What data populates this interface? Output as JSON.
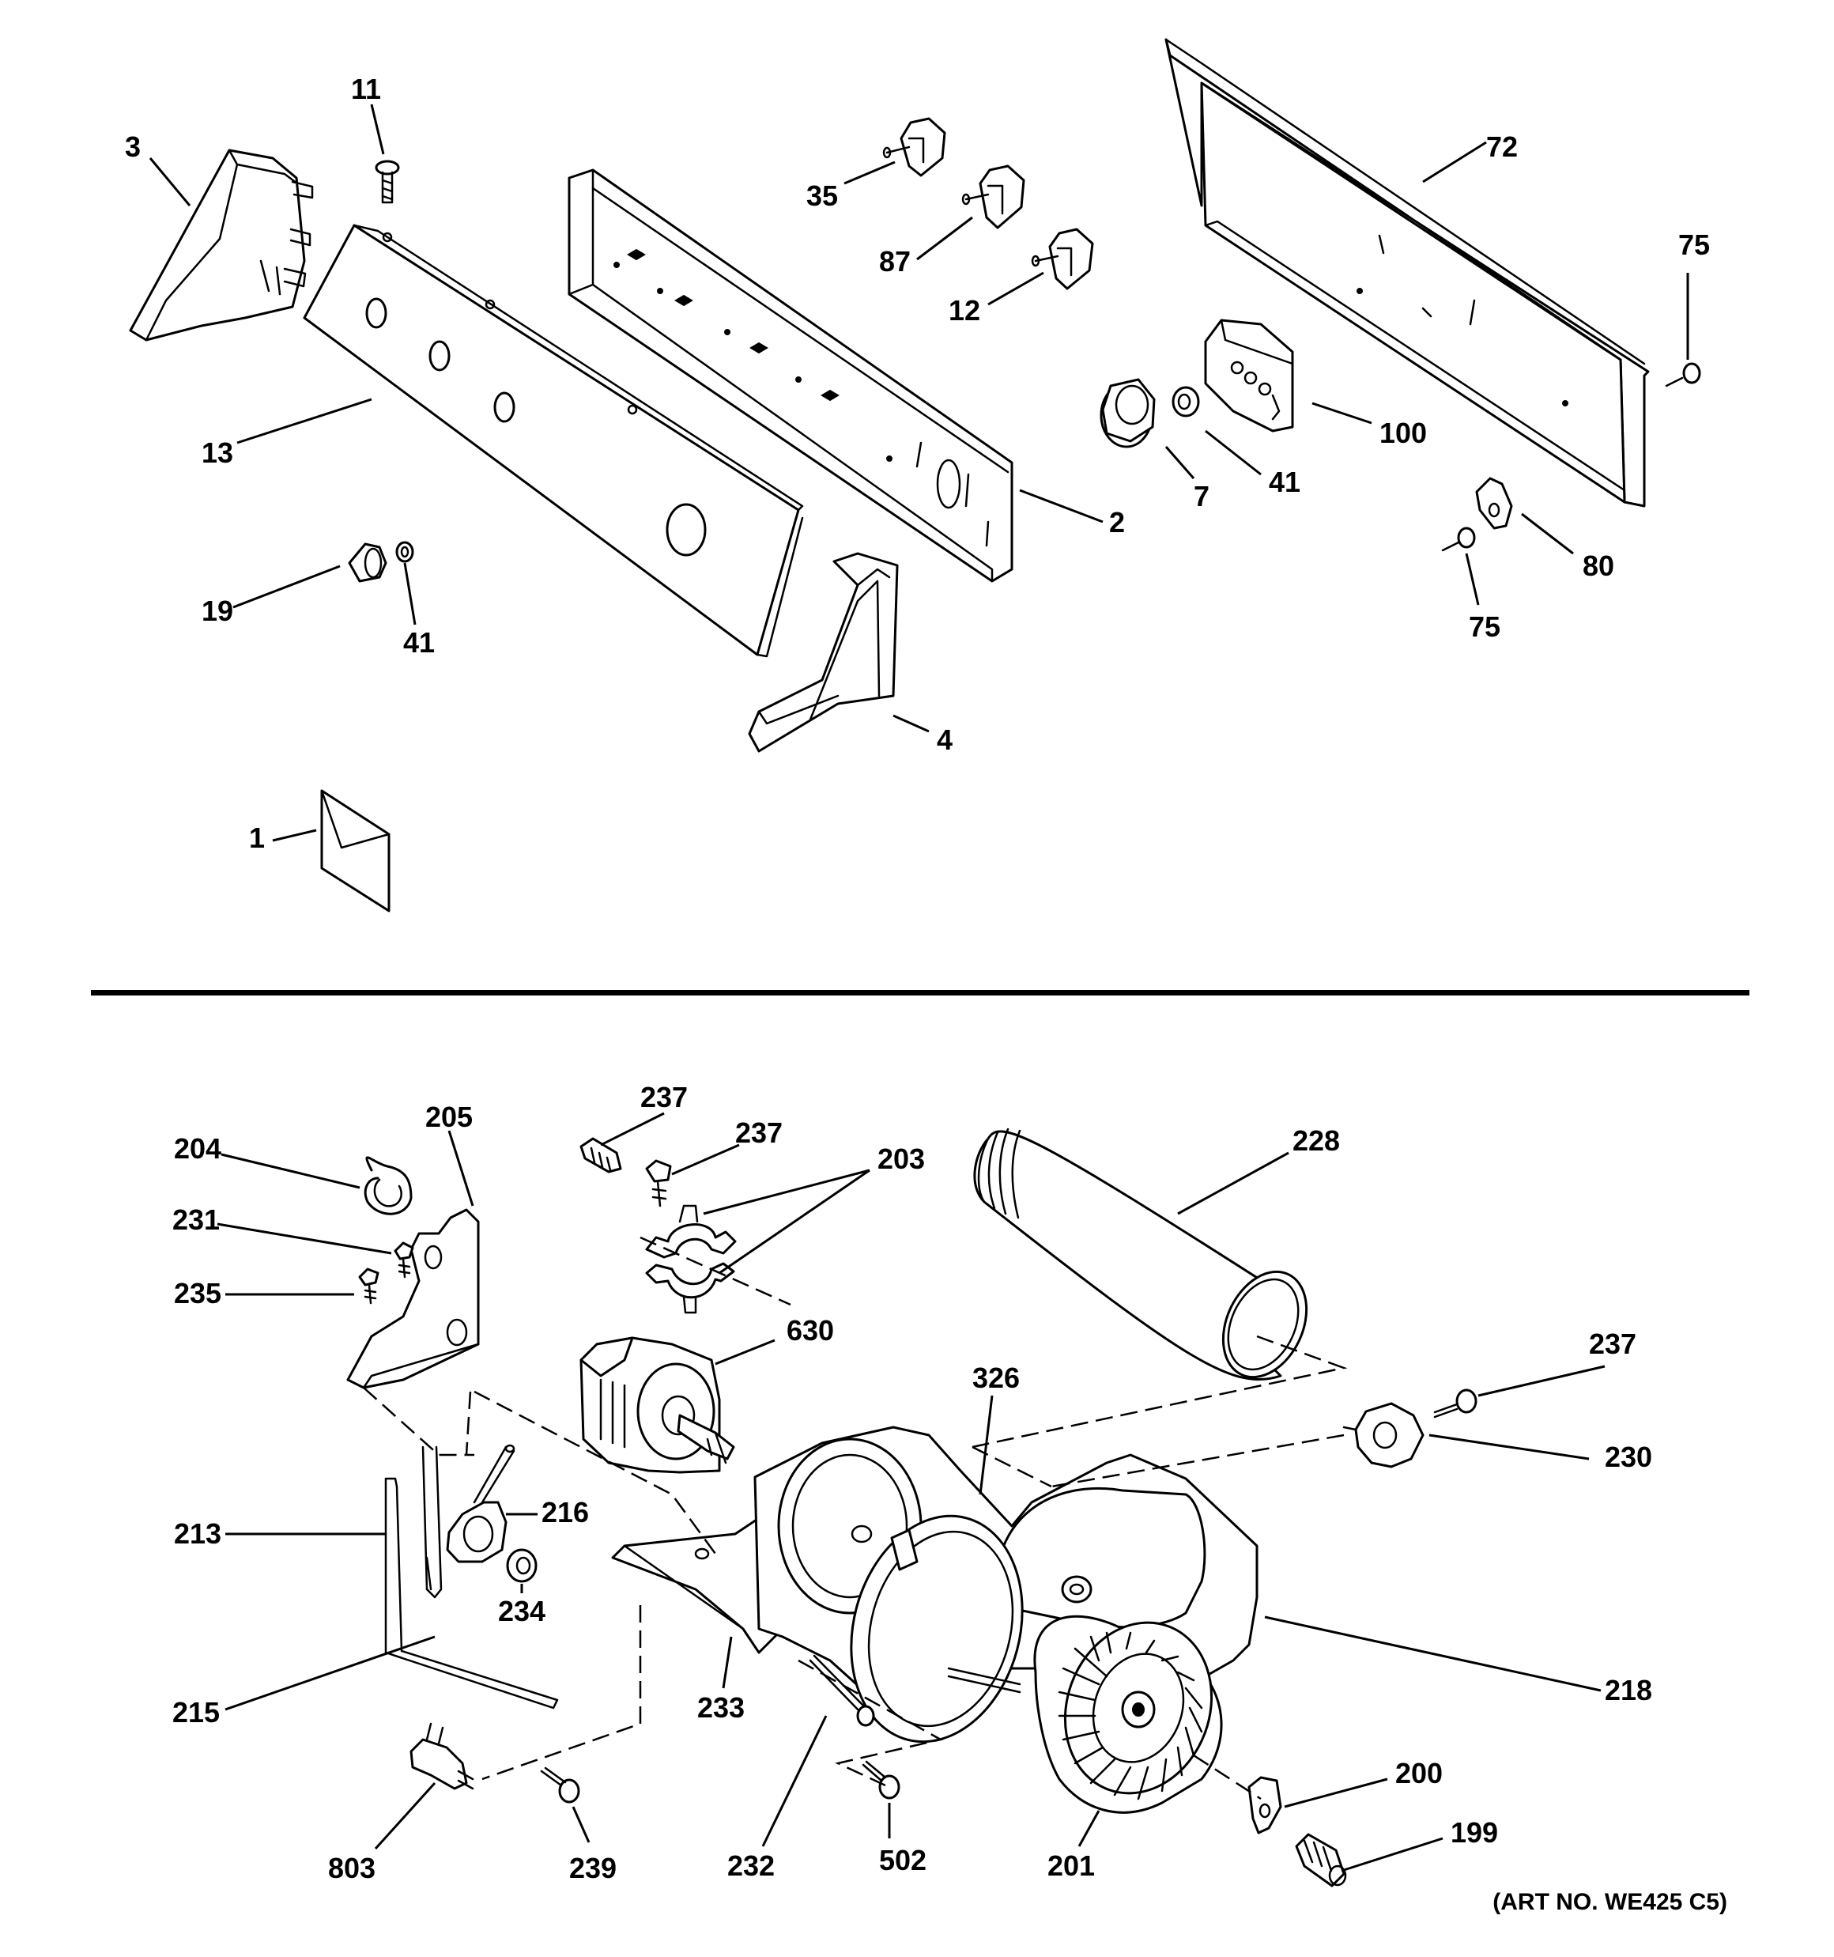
{
  "art_number": "(ART NO. WE425 C5)",
  "top_section_labels": {
    "l1": "1",
    "l2": "2",
    "l3": "3",
    "l4": "4",
    "l7": "7",
    "l11": "11",
    "l12": "12",
    "l13": "13",
    "l19": "19",
    "l35": "35",
    "l41a": "41",
    "l41b": "41",
    "l72": "72",
    "l75a": "75",
    "l75b": "75",
    "l80": "80",
    "l87": "87",
    "l100": "100"
  },
  "bottom_section_labels": {
    "l199": "199",
    "l200": "200",
    "l201": "201",
    "l203": "203",
    "l204": "204",
    "l205": "205",
    "l213": "213",
    "l215": "215",
    "l216": "216",
    "l218": "218",
    "l228": "228",
    "l230": "230",
    "l231": "231",
    "l232": "232",
    "l233": "233",
    "l234": "234",
    "l235": "235",
    "l237a": "237",
    "l237b": "237",
    "l237c": "237",
    "l239": "239",
    "l326": "326",
    "l502": "502",
    "l630": "630",
    "l803": "803"
  }
}
